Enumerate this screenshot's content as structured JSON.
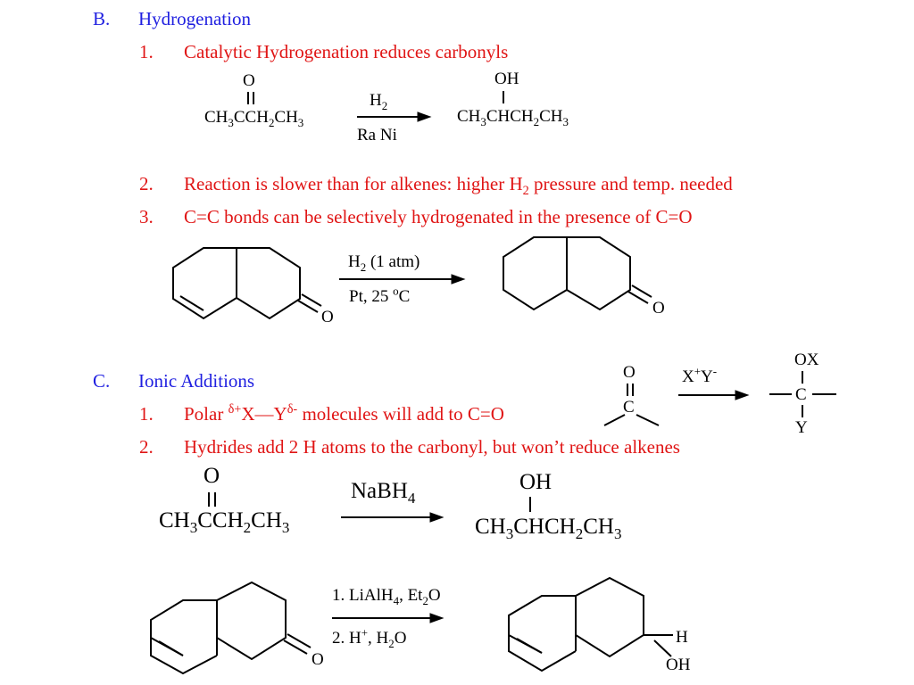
{
  "sectionB": {
    "letter": "B.",
    "title": "Hydrogenation",
    "item1": {
      "num": "1.",
      "text": "Catalytic Hydrogenation reduces carbonyls"
    },
    "rxn1": {
      "reactant": {
        "o": "O",
        "p1": "CH",
        "s1": "3",
        "p2": "CCH",
        "s2": "2",
        "p3": "CH",
        "s3": "3"
      },
      "reagent_top_main": "H",
      "reagent_top_sub": "2",
      "reagent_bottom": "Ra Ni",
      "product": {
        "oh": "OH",
        "p1": "CH",
        "s1": "3",
        "p2": "CHCH",
        "s2": "2",
        "p3": "CH",
        "s3": "3"
      }
    },
    "item2": {
      "num": "2.",
      "pre": "Reaction is slower than for alkenes:  higher H",
      "sub": "2",
      "post": " pressure and temp. needed"
    },
    "item3": {
      "num": "3.",
      "text": "C=C bonds can be selectively hydrogenated in the presence of C=O"
    },
    "rxn2": {
      "reagent_top_a": "H",
      "reagent_top_sub": "2",
      "reagent_top_b": " (1 atm)",
      "reagent_bottom_a": "Pt, 25 ",
      "reagent_bottom_sup": "o",
      "reagent_bottom_b": "C",
      "reactant_o": "O",
      "product_o": "O"
    }
  },
  "sectionC": {
    "letter": "C.",
    "title": "Ionic Additions",
    "item1": {
      "num": "1.",
      "pre": "Polar ",
      "sup1": "δ+",
      "mid": "X—Y",
      "sup2": "δ-",
      "post": " molecules will add to C=O"
    },
    "item2": {
      "num": "2.",
      "text": "Hydrides add 2 H atoms to the carbonyl, but won’t reduce alkenes"
    },
    "scheme": {
      "o": "O",
      "c": "C",
      "reagent_x": "X",
      "reagent_xsup": "+",
      "reagent_y": "Y",
      "reagent_ysup": "-",
      "prod_ox": "OX",
      "prod_c": "C",
      "prod_y": "Y"
    },
    "rxn3": {
      "reactant": {
        "o": "O",
        "p1": "CH",
        "s1": "3",
        "p2": "CCH",
        "s2": "2",
        "p3": "CH",
        "s3": "3"
      },
      "reagent_main": "NaBH",
      "reagent_sub": "4",
      "product": {
        "oh": "OH",
        "p1": "CH",
        "s1": "3",
        "p2": "CHCH",
        "s2": "2",
        "p3": "CH",
        "s3": "3"
      }
    },
    "rxn4": {
      "line1_a": "1. LiAlH",
      "line1_sub1": "4",
      "line1_b": ", Et",
      "line1_sub2": "2",
      "line1_c": "O",
      "line2_a": "2. H",
      "line2_sup": "+",
      "line2_b": ", H",
      "line2_sub": "2",
      "line2_c": "O",
      "reactant_o": "O",
      "product_h": "H",
      "product_oh": "OH"
    }
  }
}
